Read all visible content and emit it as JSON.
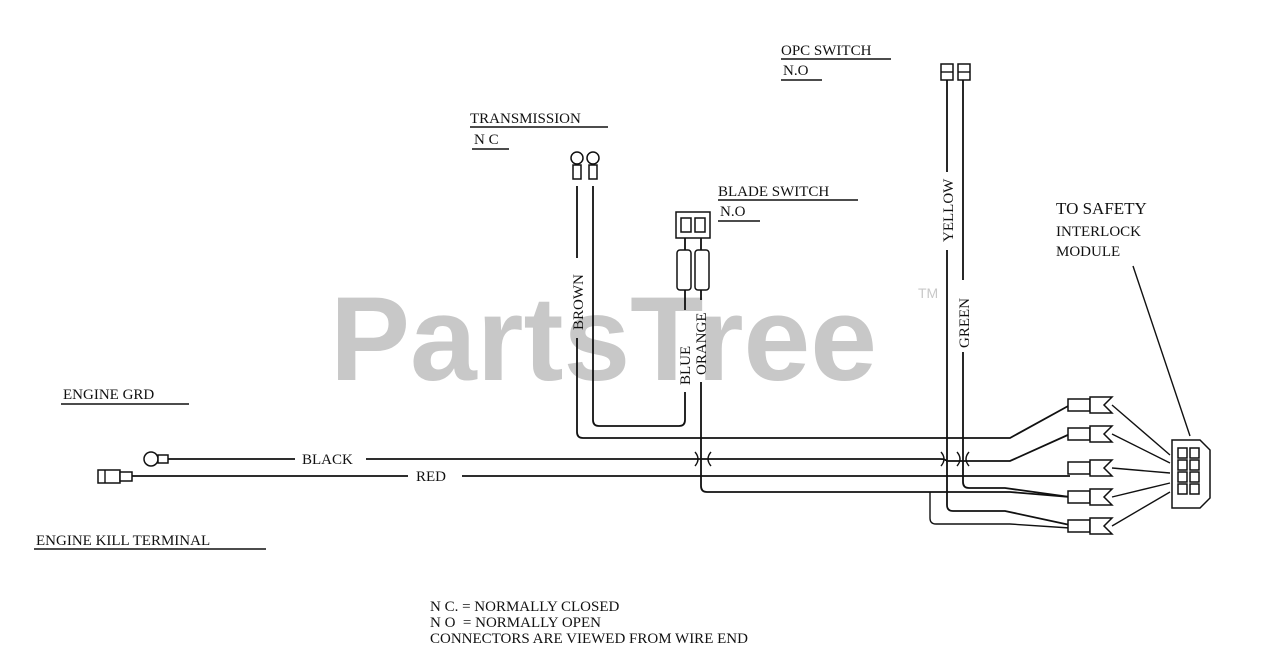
{
  "watermark": {
    "text": "PartsTree",
    "tm": "TM"
  },
  "switches": {
    "opc": {
      "title": "OPC SWITCH",
      "state": "N.O"
    },
    "transmission": {
      "title": "TRANSMISSION",
      "state": "N C"
    },
    "blade": {
      "title": "BLADE SWITCH",
      "state": "N.O"
    }
  },
  "module": {
    "line1": "TO SAFETY",
    "line2": "INTERLOCK",
    "line3": "MODULE"
  },
  "engine": {
    "ground": "ENGINE GRD",
    "kill": "ENGINE KILL TERMINAL"
  },
  "wires": {
    "black": "BLACK",
    "red": "RED",
    "brown": "BROWN",
    "blue": "BLUE",
    "orange": "ORANGE",
    "yellow": "YELLOW",
    "green": "GREEN"
  },
  "notes": [
    "N C. = NORMALLY CLOSED",
    "N O  = NORMALLY OPEN",
    "CONNECTORS ARE VIEWED FROM WIRE END"
  ]
}
